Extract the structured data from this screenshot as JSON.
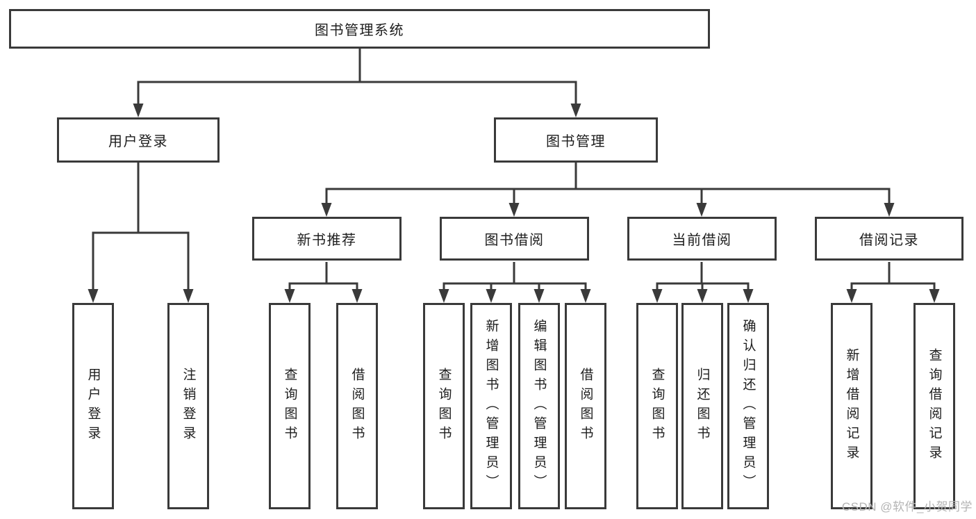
{
  "diagram": {
    "root": "图书管理系统",
    "branches": [
      {
        "label": "用户登录",
        "children": [
          "用户登录",
          "注销登录"
        ]
      },
      {
        "label": "图书管理",
        "groups": [
          {
            "label": "新书推荐",
            "children": [
              "查询图书",
              "借阅图书"
            ]
          },
          {
            "label": "图书借阅",
            "children": [
              "查询图书",
              "新增图书（管理员）",
              "编辑图书（管理员）",
              "借阅图书"
            ]
          },
          {
            "label": "当前借阅",
            "children": [
              "查询图书",
              "归还图书",
              "确认归还（管理员）"
            ]
          },
          {
            "label": "借阅记录",
            "children": [
              "新增借阅记录",
              "查询借阅记录"
            ]
          }
        ]
      }
    ]
  },
  "watermark": "CSDN @软件_小贺同学",
  "colors": {
    "line": "#3a3a3a",
    "text": "#1d1d1d",
    "watermark": "#b4b4b4",
    "background": "#ffffff"
  }
}
